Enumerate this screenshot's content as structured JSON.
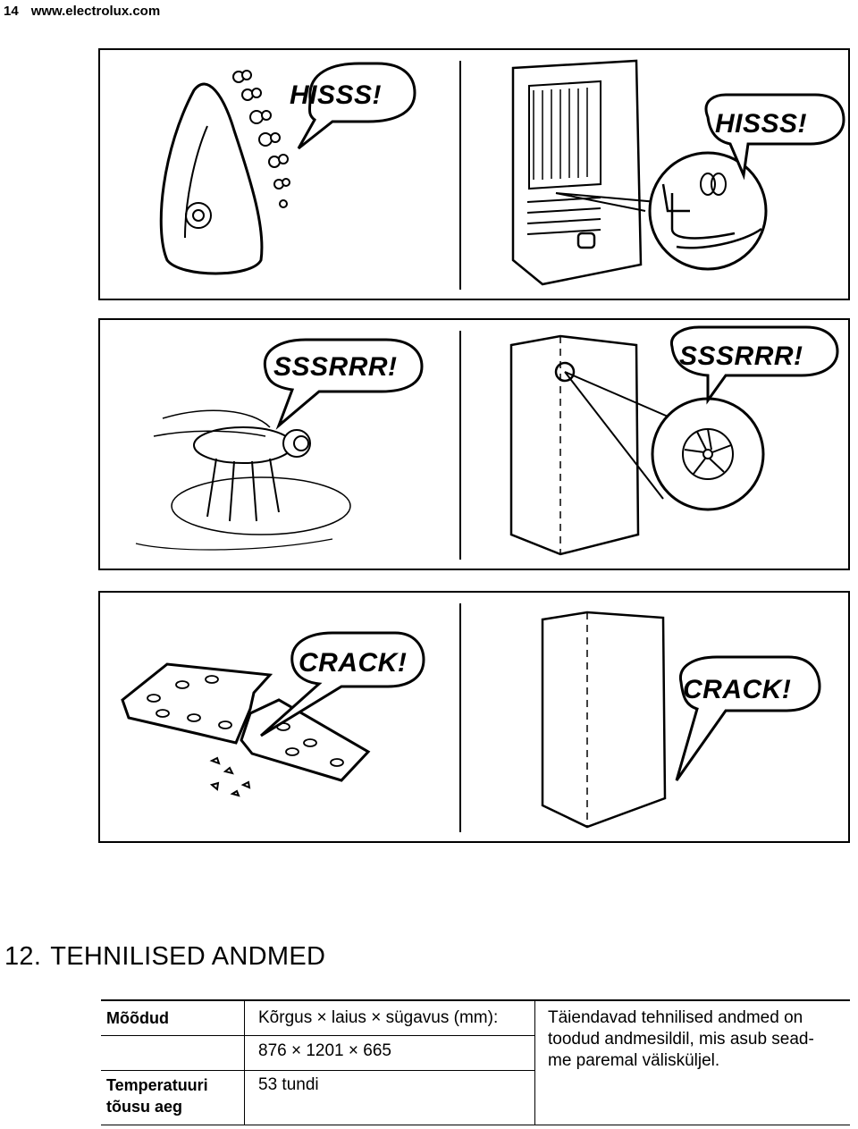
{
  "header": {
    "page_number": "14",
    "site": "www.electrolux.com"
  },
  "panels": [
    {
      "left_bubble": "HISSS!",
      "right_bubble": "HISSS!"
    },
    {
      "left_bubble": "SSSRRR!",
      "right_bubble": "SSSRRR!"
    },
    {
      "left_bubble": "CRACK!",
      "right_bubble": "CRACK!"
    }
  ],
  "section": {
    "number": "12.",
    "title": "TEHNILISED ANDMED"
  },
  "table": {
    "row1_label": "Mõõdud",
    "row1_header": "Kõrgus × laius × sügavus (mm):",
    "row1_value": "876 × 1201 × 665",
    "row2_label_line1": "Temperatuuri",
    "row2_label_line2": "tõusu aeg",
    "row2_value": "53 tundi",
    "note_line1": "Täiendavad tehnilised andmed on",
    "note_line2": "toodud andmesildil, mis asub sead-",
    "note_line3": "me paremal välisküljel."
  }
}
